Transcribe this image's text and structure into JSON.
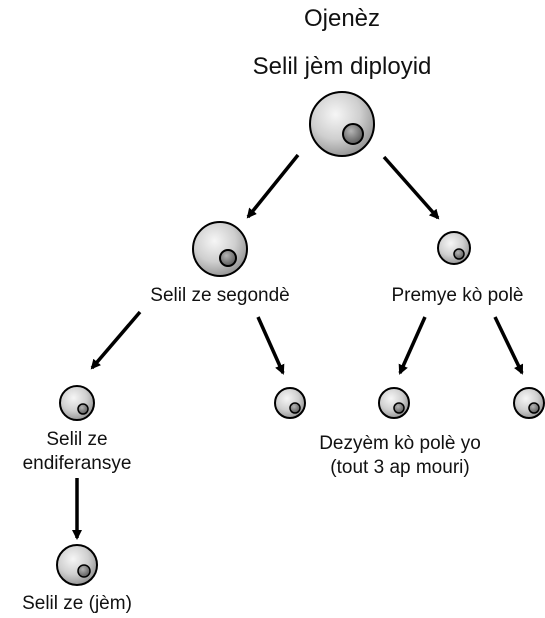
{
  "title": "Ojenèz",
  "labels": {
    "diploid": "Selil jèm diployid",
    "secondary_oocyte": "Selil ze segondè",
    "first_polar_body": "Premye kò polè",
    "undifferentiated_line1": "Selil ze",
    "undifferentiated_line2": "endiferansye",
    "second_polar_bodies_line1": "Dezyèm kò polè yo",
    "second_polar_bodies_line2": "(tout 3 ap mouri)",
    "egg_cell": "Selil ze (jèm)"
  },
  "colors": {
    "cell_fill_light": "#f4f4f4",
    "cell_fill_dark": "#9a9a9a",
    "nucleus": "#6e6e6e",
    "stroke": "#000000"
  }
}
